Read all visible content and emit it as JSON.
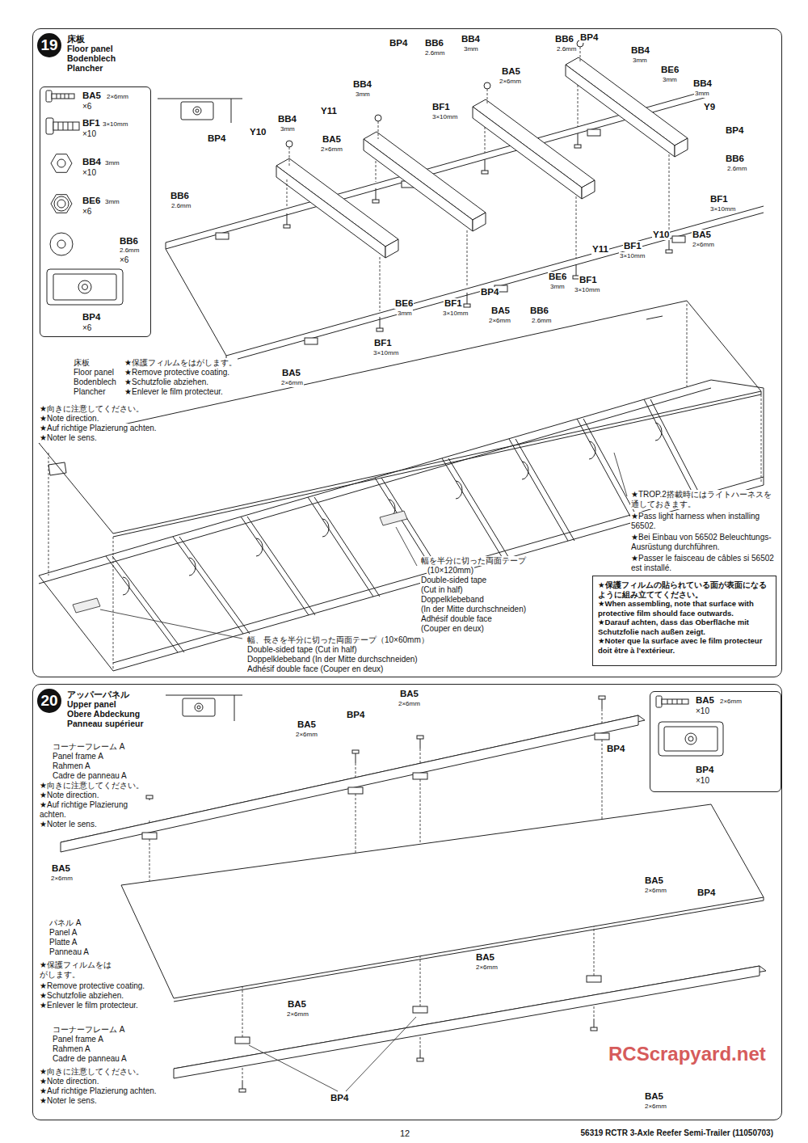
{
  "diagram": {
    "nodes": [
      {
        "text": [
          "19",
          "床板",
          "Floor panel",
          "Bodenblech",
          "Plancher"
        ]
      },
      {
        "text": [
          "BA5",
          "2×6mm",
          "×6",
          "BF1",
          "3×10mm",
          "×10",
          "BB4",
          "3mm",
          "×10",
          "BE6",
          "3mm",
          "×6",
          "BB6",
          "2.6mm",
          "×6",
          "BP4",
          "×6"
        ],
        "in": 0
      },
      {
        "text": [
          "★保護フィルムの貼られている面が表面になるように組み立ててください。",
          "★When assembling, note that surface with protective film should face outwards.",
          "★Darauf achten, dass das Oberfläche mit Schutzfolie nach außen zeigt.",
          "★Noter que la surface avec le film protecteur doit être à l'extérieur."
        ],
        "in": 0
      },
      {
        "text": [
          "20",
          "アッパーパネル",
          "Upper panel",
          "Obere Abdeckung",
          "Panneau supérieur"
        ]
      },
      {
        "text": [
          "BA5",
          "2×6mm",
          "×10",
          "BP4",
          "×10"
        ],
        "in": 3
      }
    ],
    "labels": [
      "BB6",
      "2.6mm",
      "BP4",
      "BB4",
      "3mm",
      "BE6",
      "3mm",
      "BB4",
      "3mm",
      "Y9",
      "BP4",
      "BB6",
      "2.6mm",
      "BF1",
      "3×10mm",
      "BA5",
      "2×6mm",
      "Y10",
      "BF1",
      "3×10mm",
      "Y11",
      "BE6",
      "3mm",
      "BF1",
      "3×10mm",
      "BP4",
      "BA5",
      "2×6mm",
      "BB6",
      "2.6mm",
      "BB4",
      "3mm",
      "BA5",
      "2×6mm",
      "BP4",
      "BB6",
      "2.6mm",
      "BB4",
      "3mm",
      "BF1",
      "3×10mm",
      "Y11",
      "BA5",
      "2×6mm",
      "BB4",
      "3mm",
      "Y10",
      "BP4",
      "BB6",
      "2.6mm",
      "BE6",
      "3mm",
      "BF1",
      "3×10mm",
      "BF1",
      "3×10mm",
      "BA5",
      "2×6mm",
      "床板",
      "Floor panel",
      "Bodenblech",
      "Plancher",
      "★保護フィルムをはがします。",
      "★Remove protective coating.",
      "★Schutzfolie abziehen.",
      "★Enlever le film protecteur.",
      "★向きに注意してください。",
      "★Note direction.",
      "★Auf richtige Plazierung achten.",
      "★Noter le sens.",
      "★TROP.2搭載時にはライトハーネスを通しておきます。",
      "★Pass light harness when installing 56502.",
      "★Bei Einbau von 56502 Beleuchtungs-Ausrüstung durchführen.",
      "★Passer le faisceau de câbles si 56502 est installé.",
      "幅を半分に切った両面テープ",
      "(10×120mm)",
      "Double-sided tape",
      "(Cut in half)",
      "Doppelklebeband",
      "(In der Mitte durchschneiden)",
      "Adhésif double face",
      "(Couper en deux)",
      "幅、長さを半分に切った両面テープ（10×60mm）",
      "Double-sided tape (Cut in half)",
      "Doppelklebeband (In der Mitte durchschneiden)",
      "Adhésif double face (Couper en deux)",
      "コーナーフレーム A",
      "Panel frame A",
      "Rahmen A",
      "Cadre de panneau A",
      "★向きに注意してください。",
      "★Note direction.",
      "★Auf richtige Plazierung achten.",
      "★Noter le sens.",
      "BA5",
      "2×6mm",
      "BP4",
      "BA5",
      "2×6mm",
      "BP4",
      "BA5",
      "2×6mm",
      "BA5",
      "2×6mm",
      "BP4",
      "パネル A",
      "Panel A",
      "Platte A",
      "Panneau A",
      "★保護フィルムをはがします。",
      "★Remove protective coating.",
      "★Schutzfolie abziehen.",
      "★Enlever le film protecteur.",
      "BA5",
      "2×6mm",
      "BA5",
      "2×6mm",
      "コーナーフレーム A",
      "Panel frame A",
      "Rahmen A",
      "Cadre de panneau A",
      "★向きに注意してください。",
      "★Note direction.",
      "★Auf richtige Plazierung achten.",
      "★Noter le sens.",
      "BP4",
      "BA5",
      "2×6mm",
      "12",
      "56319 RCTR 3-Axle Reefer Semi-Trailer (11050703)",
      "RCScrapyard.net"
    ]
  }
}
